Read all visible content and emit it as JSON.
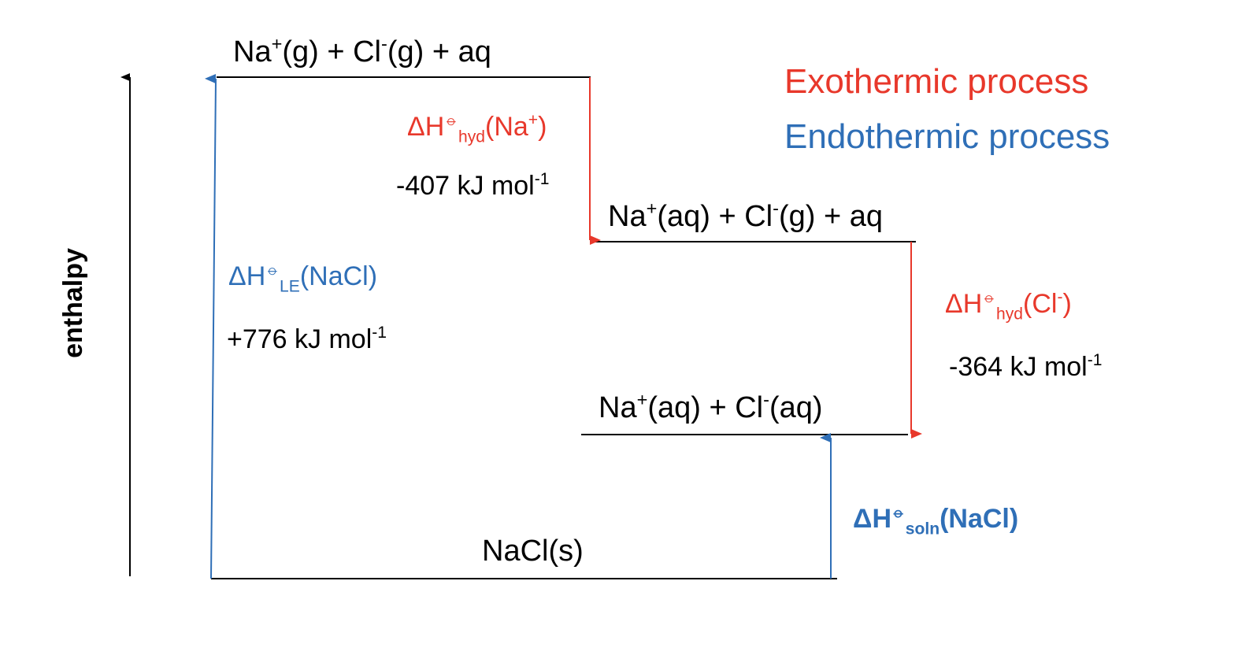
{
  "colors": {
    "exothermic": "#e8382b",
    "endothermic": "#2f6fb7",
    "text": "#000000"
  },
  "axis_label": "enthalpy",
  "legend": {
    "exothermic": "Exothermic process",
    "endothermic": "Endothermic process"
  },
  "levels": {
    "gas_ions": [
      {
        "t": "Na"
      },
      {
        "t": "+",
        "s": "sup"
      },
      {
        "t": "(g) + Cl"
      },
      {
        "t": "-",
        "s": "sup"
      },
      {
        "t": "(g) + aq"
      }
    ],
    "na_aq": [
      {
        "t": "Na"
      },
      {
        "t": "+",
        "s": "sup"
      },
      {
        "t": "(aq) + Cl"
      },
      {
        "t": "-",
        "s": "sup"
      },
      {
        "t": "(g) + aq"
      }
    ],
    "both_aq": [
      {
        "t": "Na"
      },
      {
        "t": "+",
        "s": "sup"
      },
      {
        "t": "(aq) + Cl"
      },
      {
        "t": "-",
        "s": "sup"
      },
      {
        "t": "(aq)"
      }
    ],
    "solid": [
      {
        "t": "NaCl(s)"
      }
    ]
  },
  "steps": {
    "hyd_na": {
      "label": [
        {
          "t": "ΔH"
        },
        {
          "t": "⦵",
          "s": "sup"
        },
        {
          "t": "hyd",
          "s": "sub"
        },
        {
          "t": "(Na"
        },
        {
          "t": "+",
          "s": "sup"
        },
        {
          "t": ")"
        }
      ],
      "value": [
        {
          "t": "-407 kJ mol"
        },
        {
          "t": "-1",
          "s": "sup"
        }
      ]
    },
    "lattice": {
      "label": [
        {
          "t": "ΔH"
        },
        {
          "t": "⦵",
          "s": "sup"
        },
        {
          "t": "LE",
          "s": "sub"
        },
        {
          "t": "(NaCl)"
        }
      ],
      "value": [
        {
          "t": "+776 kJ mol"
        },
        {
          "t": "-1",
          "s": "sup"
        }
      ]
    },
    "hyd_cl": {
      "label": [
        {
          "t": "ΔH"
        },
        {
          "t": "⦵",
          "s": "sup"
        },
        {
          "t": "hyd",
          "s": "sub"
        },
        {
          "t": "(Cl"
        },
        {
          "t": "-",
          "s": "sup"
        },
        {
          "t": ")"
        }
      ],
      "value": [
        {
          "t": "-364 kJ mol"
        },
        {
          "t": "-1",
          "s": "sup"
        }
      ]
    },
    "soln": {
      "label": [
        {
          "t": "ΔH"
        },
        {
          "t": "⦵",
          "s": "sup"
        },
        {
          "t": "soln",
          "s": "sub"
        },
        {
          "t": "(NaCl)"
        }
      ]
    }
  }
}
